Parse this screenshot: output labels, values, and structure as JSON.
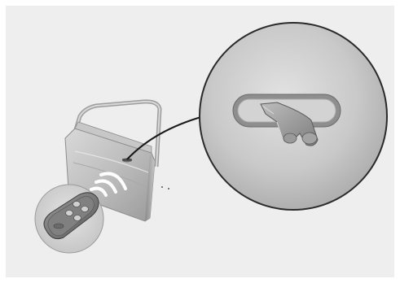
{
  "illustration": {
    "background_color": "#eeeeee",
    "border_color": "#ffffff",
    "parts": [
      "car-door",
      "door-handle",
      "magnified-door-handle",
      "smart-key-fob",
      "signal-waves"
    ]
  }
}
